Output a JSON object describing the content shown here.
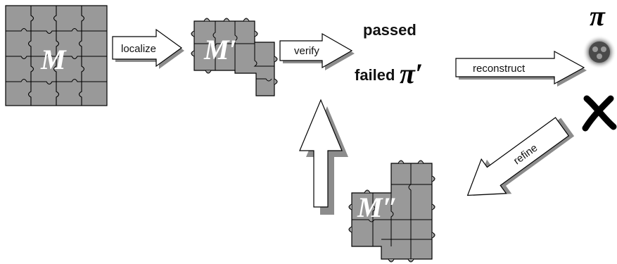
{
  "matrices": {
    "m_label": "M",
    "m_prime_label": "M′",
    "m_double_prime_label": "M″"
  },
  "arrows": {
    "localize": "localize",
    "verify": "verify",
    "reconstruct": "reconstruct",
    "refine": "refine"
  },
  "outcomes": {
    "passed": "passed",
    "failed": "failed",
    "pi": "π",
    "pi_prime": "π′"
  },
  "colors": {
    "piece_fill": "#999999",
    "piece_stroke": "#000000",
    "arrow_fill": "#ffffff",
    "arrow_side": "#8c8c8c"
  },
  "icons": {
    "result_image": "blurred-image-icon",
    "reject_mark": "x-mark-icon"
  }
}
